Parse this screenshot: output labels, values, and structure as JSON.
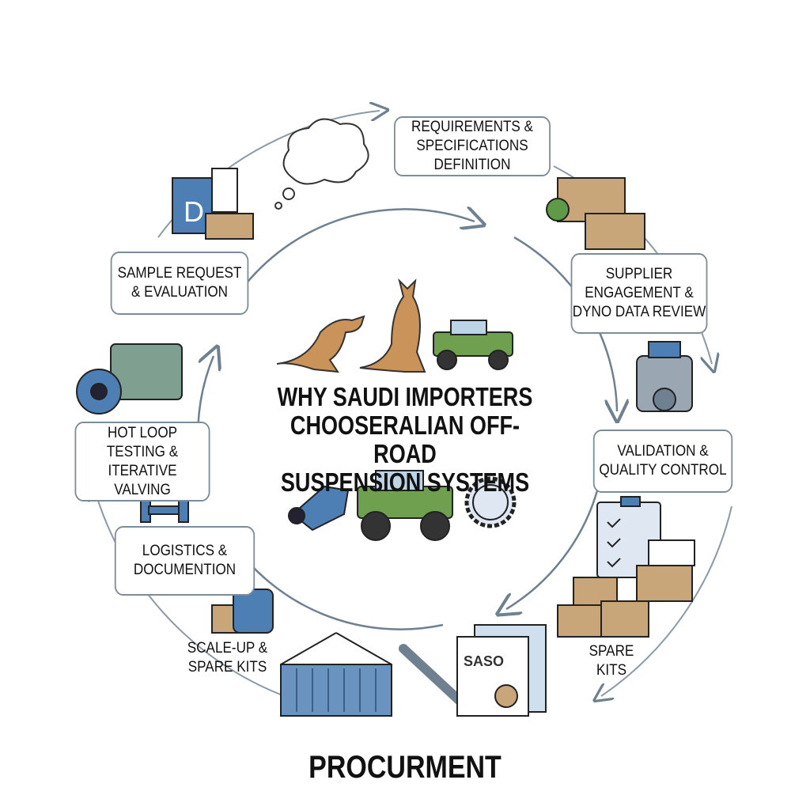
{
  "title_lines": [
    "WHY SAUDI IMPORTERS",
    "CHOOSERALIAN OFF-ROAD",
    "SUSPENSION SYSTEMS"
  ],
  "footer": "PROCURMENT",
  "steps": {
    "requirements": [
      "REQUIREMENTS &",
      "SPECIFICATIONS DEFINITION"
    ],
    "supplier": [
      "SUPPLIER",
      "ENGAGEMENT &",
      "DYNO DATA REVIEW"
    ],
    "validation": [
      "VALIDATION &",
      "QUALITY CONTROL"
    ],
    "spare_kits": [
      "SPARE KITS"
    ],
    "scale_up": [
      "SCALE-UP &",
      "SPARE KITS"
    ],
    "logistics": [
      "LOGISTICS &",
      "DOCUMENTION"
    ],
    "hot_loop": [
      "HOT LOOP",
      "TESTING & ITERATIVE",
      "VALVING"
    ],
    "sample": [
      "SAMPLE REQUEST",
      "& EVALUATION"
    ]
  },
  "document_label": "SASO",
  "colors": {
    "ring": "#8a9aa8",
    "blue": "#4d7fb5",
    "box": "#c9a57a",
    "green": "#5f9a48"
  }
}
